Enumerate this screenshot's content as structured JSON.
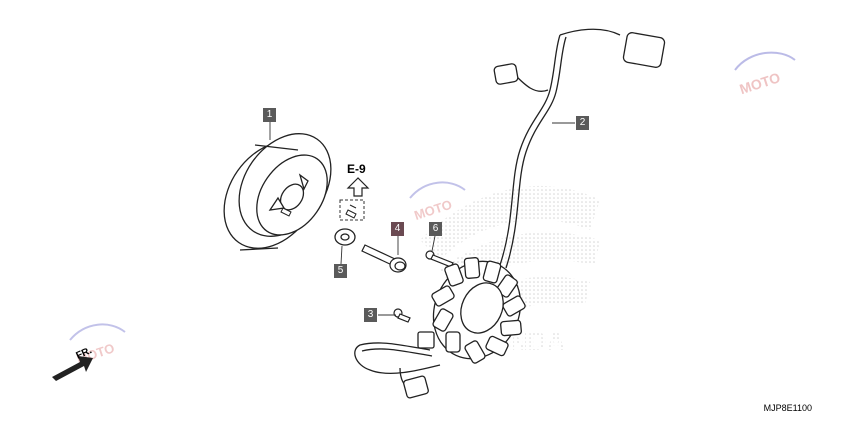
{
  "callouts": [
    {
      "label": "1"
    },
    {
      "label": "2"
    },
    {
      "label": "3"
    },
    {
      "label": "4"
    },
    {
      "label": "5"
    },
    {
      "label": "6"
    }
  ],
  "reference_label": "E-9",
  "front_indicator": "FR.",
  "diagram_code": "MJP8E1100",
  "watermark": "MOTO"
}
